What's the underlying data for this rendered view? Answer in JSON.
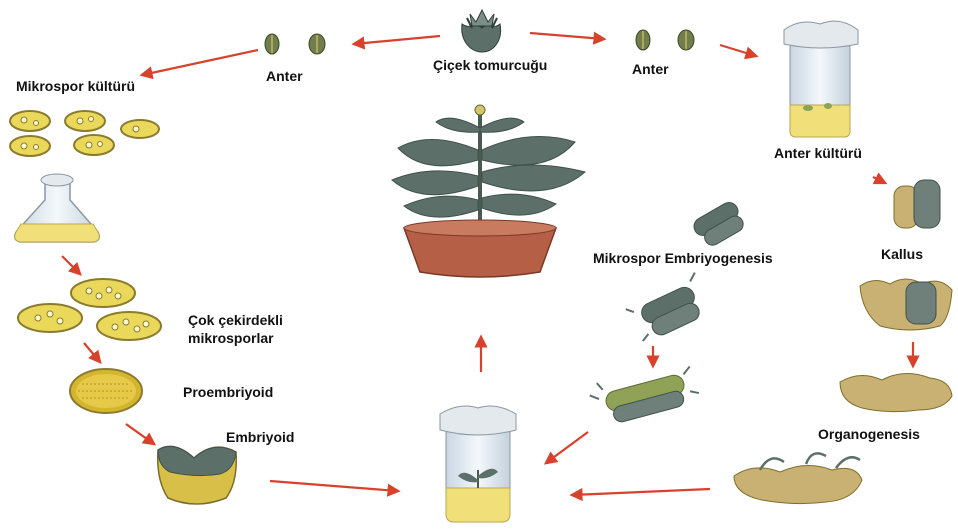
{
  "labels": {
    "flower_bud": "Çiçek tomurcuğu",
    "anther_left": "Anter",
    "anther_right": "Anter",
    "microspore_culture": "Mikrospor kültürü",
    "anther_culture": "Anter kültürü",
    "microspore_embryogenesis": "Mikrospor Embriyogenesis",
    "callus": "Kallus",
    "multinucleate_line1": "Çok çekirdekli",
    "multinucleate_line2": "mikrosporlar",
    "proembryoid": "Proembriyoid",
    "embryoid": "Embriyoid",
    "organogenesis": "Organogenesis"
  },
  "colors": {
    "arrow": "#d8412c",
    "leaf": "#5c7069",
    "leaf_dark": "#3f514b",
    "pot": "#b45f46",
    "callus": "#c9b173",
    "medium_yellow": "#f1df7a",
    "microspore_fill": "#e9d85a",
    "glass": "#dfe8f0"
  }
}
